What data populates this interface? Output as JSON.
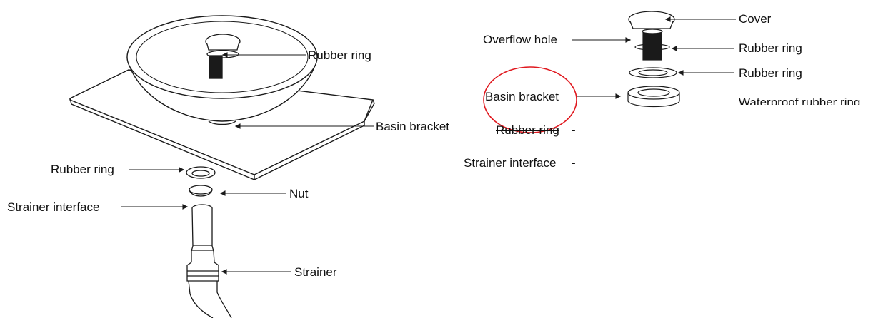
{
  "left_assembly": {
    "labels": {
      "rubber_ring_top": "Rubber ring",
      "basin_bracket": "Basin bracket",
      "rubber_ring_lower": "Rubber ring",
      "nut": "Nut",
      "strainer_interface": "Strainer interface",
      "strainer": "Strainer"
    }
  },
  "right_assembly": {
    "labels": {
      "cover": "Cover",
      "overflow_hole": "Overflow hole",
      "rubber_ring_1": "Rubber ring",
      "rubber_ring_2": "Rubber ring",
      "basin_bracket": "Basin bracket",
      "waterproof_rubber_ring": "Waterproof rubber ring",
      "rubber_ring_strike": "Rubber ring",
      "strainer_interface": "Strainer interface"
    },
    "highlight_color": "#e0191f"
  },
  "colors": {
    "line": "#1a1a1a",
    "text": "#111111",
    "highlight": "#e0191f"
  }
}
